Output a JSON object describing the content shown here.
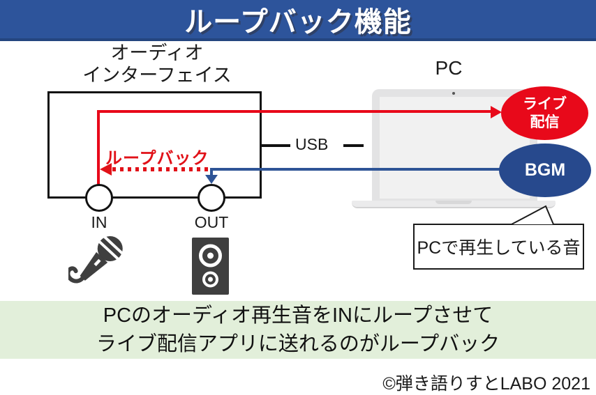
{
  "title": "ループバック機能",
  "colors": {
    "header_bg": "#2d549b",
    "accent_red": "#e8091a",
    "accent_blue": "#2e5496",
    "banner_bg": "#e2efda",
    "icon_gray": "#3f3f3f",
    "box_border": "#111111"
  },
  "diagram": {
    "interface_label_line1": "オーディオ",
    "interface_label_line2": "インターフェイス",
    "pc_label": "PC",
    "usb_label": "USB",
    "loopback_label": "ループバック",
    "in_label": "IN",
    "out_label": "OUT",
    "live_ellipse_line1": "ライブ",
    "live_ellipse_line2": "配信",
    "bgm_ellipse_label": "BGM",
    "callout_text": "PCで再生している音",
    "icons": {
      "mic": "microphone-icon",
      "speaker": "speaker-icon"
    }
  },
  "banner": {
    "line1": "PCのオーディオ再生音をINにループさせて",
    "line2": "ライブ配信アプリに送れるのがループバック"
  },
  "copyright": "©弾き語りすとLABO 2021"
}
